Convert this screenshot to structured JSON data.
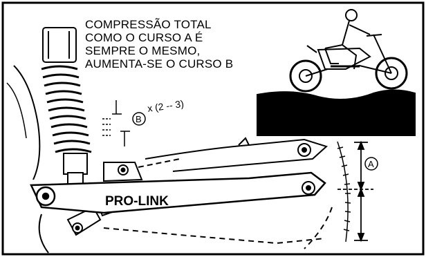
{
  "caption": {
    "line1": "COMPRESSÃO TOTAL",
    "line2": "COMO O CURSO A É",
    "line3": "SEMPRE O MESMO,",
    "line4": "AUMENTA-SE O CURSO B"
  },
  "labels": {
    "b_letter": "B",
    "b_formula": "x (2 -- 3)",
    "a_letter": "A",
    "brand": "PRO-LINK"
  }
}
